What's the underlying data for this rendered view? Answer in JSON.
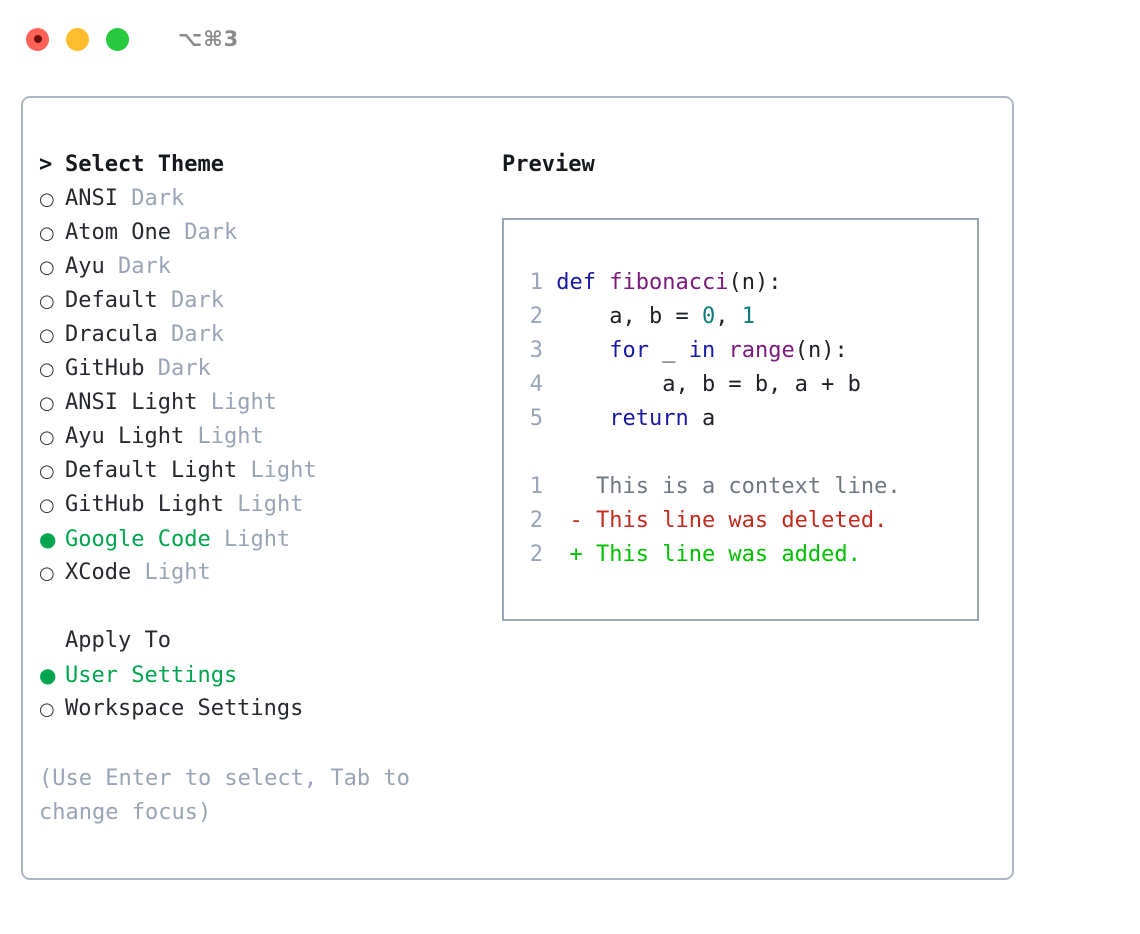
{
  "titlebar": {
    "shortcut": "⌥⌘3",
    "buttons": {
      "close": "close",
      "minimize": "minimize",
      "maximize": "maximize"
    }
  },
  "theme_picker": {
    "prompt": ">",
    "heading": "Select Theme",
    "bullet_unselected": "○",
    "bullet_selected": "●",
    "items": [
      {
        "name": "ANSI",
        "kind": "Dark",
        "selected": false
      },
      {
        "name": "Atom One",
        "kind": "Dark",
        "selected": false
      },
      {
        "name": "Ayu",
        "kind": "Dark",
        "selected": false
      },
      {
        "name": "Default",
        "kind": "Dark",
        "selected": false
      },
      {
        "name": "Dracula",
        "kind": "Dark",
        "selected": false
      },
      {
        "name": "GitHub",
        "kind": "Dark",
        "selected": false
      },
      {
        "name": "ANSI Light",
        "kind": "Light",
        "selected": false
      },
      {
        "name": "Ayu Light",
        "kind": "Light",
        "selected": false
      },
      {
        "name": "Default Light",
        "kind": "Light",
        "selected": false
      },
      {
        "name": "GitHub Light",
        "kind": "Light",
        "selected": false
      },
      {
        "name": "Google Code",
        "kind": "Light",
        "selected": true
      },
      {
        "name": "XCode",
        "kind": "Light",
        "selected": false
      }
    ]
  },
  "apply_to": {
    "heading": "Apply To",
    "options": [
      {
        "label": "User Settings",
        "selected": true
      },
      {
        "label": "Workspace Settings",
        "selected": false
      }
    ]
  },
  "hint": "(Use Enter to select, Tab to change focus)",
  "preview": {
    "heading": "Preview",
    "code_lines": [
      {
        "num": "1",
        "tokens": [
          {
            "t": "def",
            "c": "kw"
          },
          {
            "t": " ",
            "c": "txt"
          },
          {
            "t": "fibonacci",
            "c": "fn"
          },
          {
            "t": "(n):",
            "c": "txt"
          }
        ]
      },
      {
        "num": "2",
        "tokens": [
          {
            "t": "    a, b = ",
            "c": "txt"
          },
          {
            "t": "0",
            "c": "num"
          },
          {
            "t": ", ",
            "c": "txt"
          },
          {
            "t": "1",
            "c": "num"
          }
        ]
      },
      {
        "num": "3",
        "tokens": [
          {
            "t": "    ",
            "c": "txt"
          },
          {
            "t": "for",
            "c": "kw"
          },
          {
            "t": " _ ",
            "c": "txt"
          },
          {
            "t": "in",
            "c": "kw"
          },
          {
            "t": " ",
            "c": "txt"
          },
          {
            "t": "range",
            "c": "fn"
          },
          {
            "t": "(n):",
            "c": "txt"
          }
        ]
      },
      {
        "num": "4",
        "tokens": [
          {
            "t": "        a, b = b, a + b",
            "c": "txt"
          }
        ]
      },
      {
        "num": "5",
        "tokens": [
          {
            "t": "    ",
            "c": "txt"
          },
          {
            "t": "return",
            "c": "kw"
          },
          {
            "t": " a",
            "c": "txt"
          }
        ]
      }
    ],
    "diff_lines": [
      {
        "num": "1",
        "sign": " ",
        "text": "This is a context line.",
        "kind": "ctx"
      },
      {
        "num": "2",
        "sign": "-",
        "text": "This line was deleted.",
        "kind": "del"
      },
      {
        "num": "2",
        "sign": "+",
        "text": "This line was added.",
        "kind": "add"
      }
    ]
  },
  "colors": {
    "accent_green": "#00a550",
    "border": "#aeb6c4",
    "preview_border": "#9aa5b5",
    "muted": "#9aa4b4",
    "keyword": "#1a1aa6",
    "function": "#7b1a7b",
    "number": "#0f7b7b",
    "diff_delete": "#c22b1e",
    "diff_add": "#00c000",
    "traffic_close": "#ff6159",
    "traffic_min": "#ffbd2e",
    "traffic_max": "#27c93f"
  }
}
